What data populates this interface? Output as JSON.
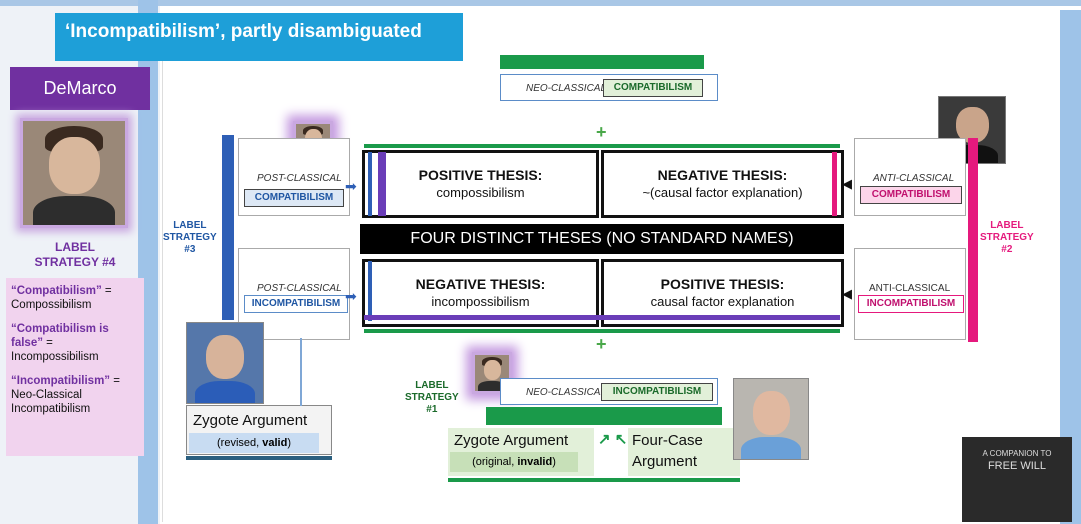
{
  "title": "‘Incompatibilism’, partly disambiguated",
  "demarco": {
    "name": "DeMarco",
    "strategy_label": "LABEL\nSTRATEGY #4"
  },
  "pink_notes": [
    {
      "q": "“Compatibilism”",
      "rest": " = Compossibilism"
    },
    {
      "q": "“Compatibilism is false”",
      "rest": " = Incompossibilism"
    },
    {
      "q": "“Incompatibilism”",
      "rest": " = Neo-Classical Incompatibilism"
    }
  ],
  "top": {
    "italic": "NEO-CLASSICAL",
    "tag": "COMPATIBILISM"
  },
  "left_top": {
    "italic": "POST-CLASSICAL",
    "tag": "COMPATIBILISM"
  },
  "left_bottom": {
    "italic": "POST-CLASSICAL",
    "tag": "INCOMPATIBILISM"
  },
  "right_top": {
    "italic": "ANTI-CLASSICAL",
    "tag": "COMPATIBILISM"
  },
  "right_bottom": {
    "plain": "ANTI-CLASSICAL",
    "tag": "INCOMPATIBILISM"
  },
  "strategy3": "LABEL\nSTRATEGY\n#3",
  "strategy2": "LABEL\nSTRATEGY\n#2",
  "strategy1": "LABEL\nSTRATEGY\n#1",
  "theses": {
    "tl_head": "POSITIVE THESIS:",
    "tl_body": "compossibilism",
    "tr_head": "NEGATIVE THESIS:",
    "tr_body": "~(causal factor explanation)",
    "bl_head": "NEGATIVE THESIS:",
    "bl_body": "incompossibilism",
    "br_head": "POSITIVE THESIS:",
    "br_body": "causal factor explanation"
  },
  "black_bar": "FOUR DISTINCT THESES (NO STANDARD NAMES)",
  "bottom": {
    "italic": "NEO-CLASSICAL",
    "tag": "INCOMPATIBILISM"
  },
  "zyg_rev": {
    "title": "Zygote Argument",
    "sub_a": "(revised, ",
    "sub_b": "valid",
    "sub_c": ")"
  },
  "zyg_orig": {
    "title": "Zygote Argument",
    "sub_a": "(original, ",
    "sub_b": "invalid",
    "sub_c": ")"
  },
  "four_case": "Four-Case\nArgument",
  "book": {
    "l1": "A COMPANION TO",
    "l2": "FREE WILL"
  },
  "plus": "+",
  "colors": {
    "purple": "#7030a0",
    "blue": "#2e5fb6",
    "pink": "#e5197d",
    "green": "#1a9a4a",
    "cyan": "#1e9fd8"
  }
}
